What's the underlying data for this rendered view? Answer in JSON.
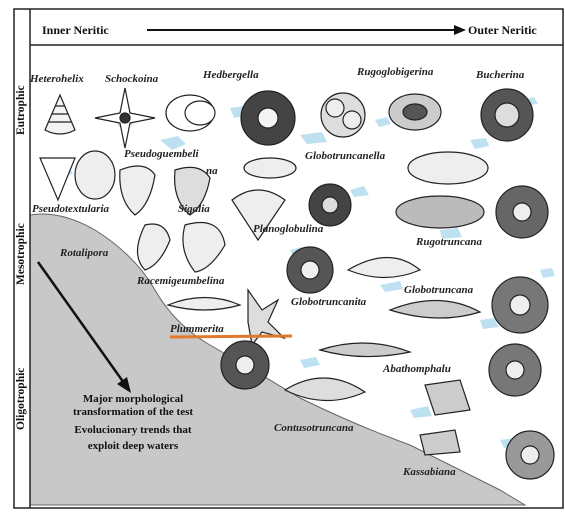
{
  "gradient": {
    "left": "Inner Neritic",
    "right": "Outer Neritic"
  },
  "zones": {
    "top": "Eutrophic",
    "middle": "Mesotrophic",
    "bottom": "Oligotrophic"
  },
  "taxa": {
    "heterohelix": "Heterohelix",
    "schackoina": "Schockoina",
    "hedbergella": "Hedbergella",
    "rugoglobigerina": "Rugoglobigerina",
    "bucherina": "Bucherina",
    "pseudoguembelina_1": "Pseudoguembeli",
    "pseudoguembelina_2": "na",
    "globotruncanella": "Globotruncanella",
    "pseudotextularia": "Pseudotextularia",
    "sigalia": "Sigalia",
    "planoglobulina": "Planoglobulina",
    "rotalipora": "Rotalipora",
    "rugotruncana": "Rugotruncana",
    "racemiguembelina": "Racemigeumbelina",
    "globotruncanita": "Globotruncanita",
    "globotruncana": "Globotruncana",
    "plummerita": "Plummerita",
    "abathomphalus": "Abathomphalu",
    "contusotruncana": "Contusotruncana",
    "kassabiana": "Kassabiana"
  },
  "annotation": {
    "line1": "Major morphological",
    "line2": "transformation of the test",
    "line3": "Evolucionary trends that",
    "line4": "exploit deep waters"
  },
  "colors": {
    "slope_fill": "#c8c8c8",
    "water_patches": "#a9d8ee",
    "highlight_underline": "#e07a2a",
    "frame": "#222222"
  },
  "icons": {
    "fossil": "foraminifera-shell-icon",
    "arrow": "trend-arrow-icon"
  }
}
